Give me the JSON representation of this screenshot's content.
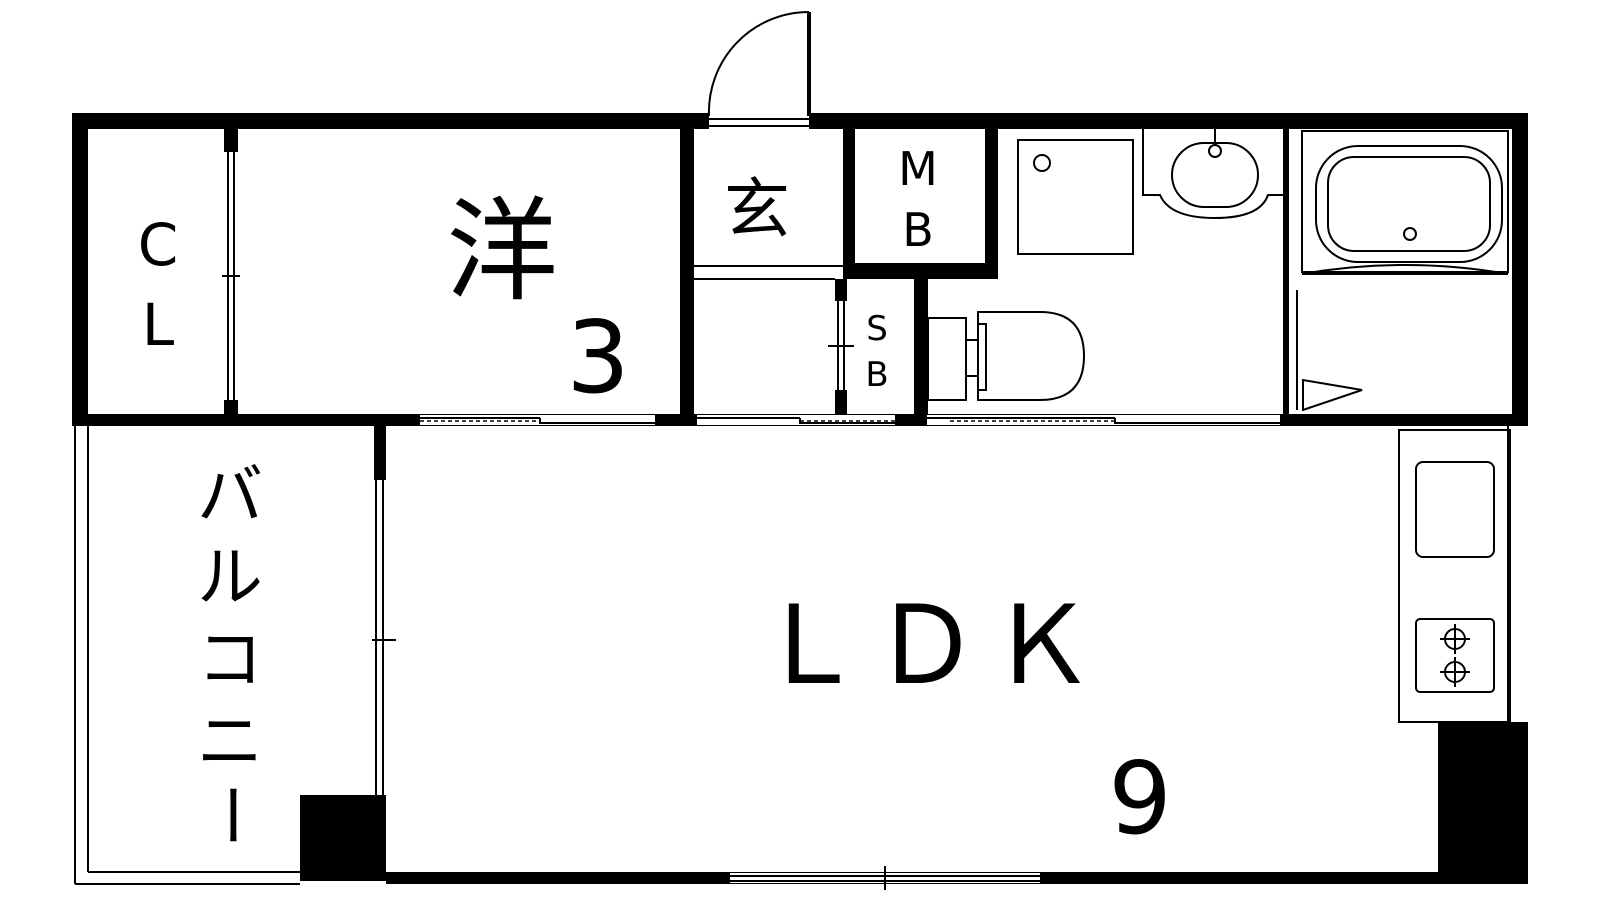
{
  "rooms": {
    "closet": {
      "line1": "C",
      "line2": "L"
    },
    "western_room": {
      "name": "洋",
      "size": "3"
    },
    "entrance": {
      "name": "玄"
    },
    "meter_box": {
      "line1": "M",
      "line2": "B"
    },
    "shoe_box": {
      "line1": "S",
      "line2": "B"
    },
    "balcony": {
      "name": "バルコニー",
      "chars": [
        "バ",
        "ル",
        "コ",
        "ニ",
        "ー"
      ]
    },
    "ldk": {
      "name": "ＬＤＫ",
      "size": "9"
    }
  },
  "colors": {
    "wall": "#000000",
    "background": "#ffffff"
  }
}
